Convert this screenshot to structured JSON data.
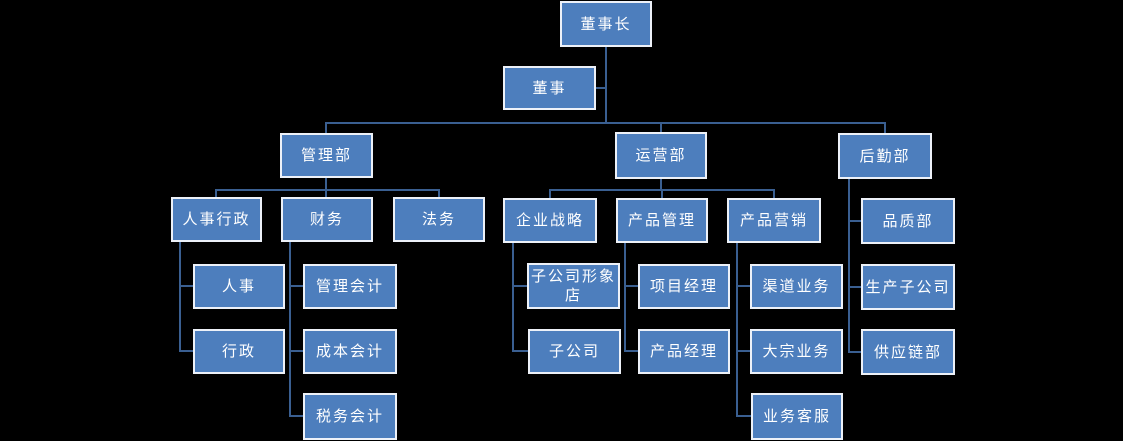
{
  "chart": {
    "type": "org-chart",
    "background_color": "#000000",
    "node_fill_color": "#4d7ebd",
    "node_border_color": "#edf1f8",
    "node_text_color": "#ffffff",
    "connector_color": "#3a5f91"
  },
  "org": {
    "nodes": [
      {
        "id": "chairman",
        "label": "董事长",
        "parent": null
      },
      {
        "id": "director",
        "label": "董事",
        "parent": "chairman"
      },
      {
        "id": "management-dept",
        "label": "管理部",
        "parent": "chairman"
      },
      {
        "id": "operations-dept",
        "label": "运营部",
        "parent": "chairman"
      },
      {
        "id": "logistics-dept",
        "label": "后勤部",
        "parent": "chairman"
      },
      {
        "id": "hr-admin",
        "label": "人事行政",
        "parent": "management-dept"
      },
      {
        "id": "finance",
        "label": "财务",
        "parent": "management-dept"
      },
      {
        "id": "legal",
        "label": "法务",
        "parent": "management-dept"
      },
      {
        "id": "corporate-strategy",
        "label": "企业战略",
        "parent": "operations-dept"
      },
      {
        "id": "product-management",
        "label": "产品管理",
        "parent": "operations-dept"
      },
      {
        "id": "product-marketing",
        "label": "产品营销",
        "parent": "operations-dept"
      },
      {
        "id": "quality-dept",
        "label": "品质部",
        "parent": "logistics-dept"
      },
      {
        "id": "hr",
        "label": "人事",
        "parent": "hr-admin"
      },
      {
        "id": "management-accounting",
        "label": "管理会计",
        "parent": "finance"
      },
      {
        "id": "subsidiary-flagship-store",
        "label": "子公司形象店",
        "parent": "corporate-strategy"
      },
      {
        "id": "project-manager",
        "label": "项目经理",
        "parent": "product-management"
      },
      {
        "id": "channel-business",
        "label": "渠道业务",
        "parent": "product-marketing"
      },
      {
        "id": "production-subsidiary",
        "label": "生产子公司",
        "parent": "logistics-dept"
      },
      {
        "id": "admin",
        "label": "行政",
        "parent": "hr-admin"
      },
      {
        "id": "cost-accounting",
        "label": "成本会计",
        "parent": "finance"
      },
      {
        "id": "subsidiary",
        "label": "子公司",
        "parent": "corporate-strategy"
      },
      {
        "id": "product-manager",
        "label": "产品经理",
        "parent": "product-management"
      },
      {
        "id": "bulk-business",
        "label": "大宗业务",
        "parent": "product-marketing"
      },
      {
        "id": "supply-chain-dept",
        "label": "供应链部",
        "parent": "logistics-dept"
      },
      {
        "id": "tax-accounting",
        "label": "税务会计",
        "parent": "finance"
      },
      {
        "id": "customer-service",
        "label": "业务客服",
        "parent": "product-marketing"
      }
    ]
  }
}
